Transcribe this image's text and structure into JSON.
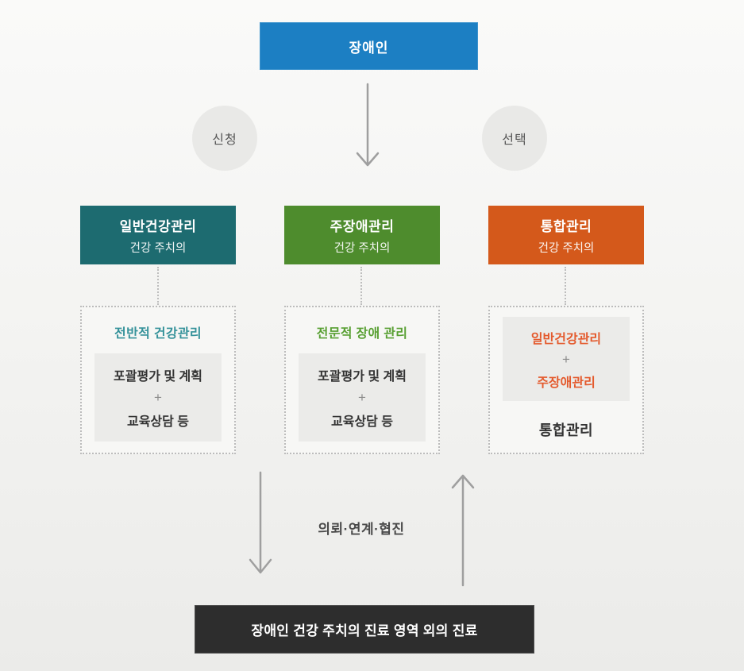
{
  "diagram": {
    "top_box": {
      "label": "장애인",
      "bg": "#1c7fc3"
    },
    "left_circle": {
      "label": "신청"
    },
    "right_circle": {
      "label": "선택"
    },
    "columns": [
      {
        "header": {
          "title": "일반건강관리",
          "subtitle": "건강 주치의",
          "bg": "#1d6b70"
        },
        "detail": {
          "title": "전반적 건강관리",
          "title_color": "#35929a",
          "inner_lines": [
            "포괄평가 및 계획",
            "+",
            "교육상담 등"
          ]
        }
      },
      {
        "header": {
          "title": "주장애관리",
          "subtitle": "건강 주치의",
          "bg": "#4e8c2d"
        },
        "detail": {
          "title": "전문적 장애 관리",
          "title_color": "#59a033",
          "inner_lines": [
            "포괄평가 및 계획",
            "+",
            "교육상담 등"
          ]
        }
      },
      {
        "header": {
          "title": "통합관리",
          "subtitle": "건강 주치의",
          "bg": "#d4591b"
        },
        "detail": {
          "inner_lines": [
            "일반건강관리",
            "+",
            "주장애관리"
          ],
          "inner_color": "#e45a2d",
          "footer": "통합관리"
        }
      }
    ],
    "exchange_label": "의뢰·연계·협진",
    "bottom_box": {
      "label": "장애인 건강 주치의 진료 영역 외의 진료",
      "bg": "#2d2d2d"
    }
  }
}
